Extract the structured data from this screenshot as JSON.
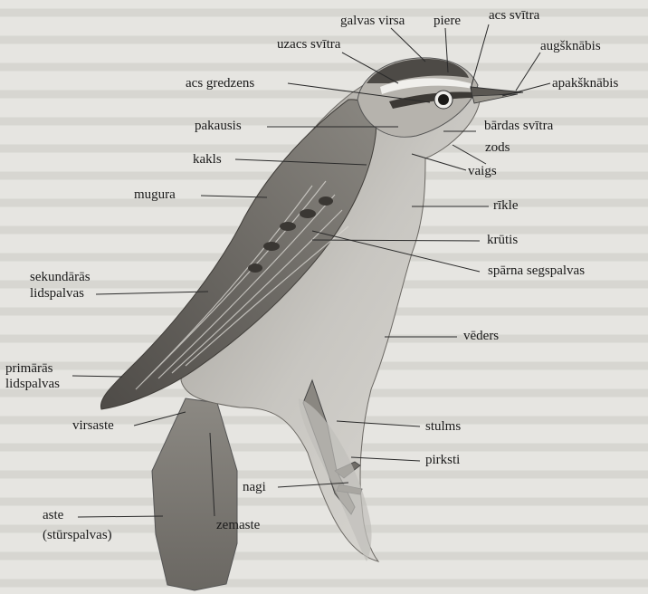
{
  "labels": {
    "galvas_virsa": "galvas virsa",
    "piere": "piere",
    "acs_svitra": "acs svītra",
    "uzacs_svitra": "uzacs svītra",
    "augsknabis": "augšknābis",
    "acs_gredzens": "acs gredzens",
    "apaksknabis": "apakšknābis",
    "pakausis": "pakausis",
    "bardas_svitra": "bārdas svītra",
    "zods": "zods",
    "kakls": "kakls",
    "vaigs": "vaigs",
    "mugura": "mugura",
    "rikle": "rīkle",
    "krutis": "krūtis",
    "sekundaras_1": "sekundārās",
    "sekundaras_2": "lidspalvas",
    "sparna_segspalvas": "spārna segspalvas",
    "vederis": "vēders",
    "primaras_1": "primārās",
    "primaras_2": "lidspalvas",
    "virsaste": "virsaste",
    "stulms": "stulms",
    "pirksti": "pirksti",
    "nagi": "nagi",
    "aste_1": "aste",
    "aste_2": "(stūrspalvas)",
    "zemaste": "zemaste"
  },
  "colors": {
    "background": "#e6e5e1",
    "bird_light": "#cfcdc8",
    "bird_mid": "#a7a49e",
    "bird_dark": "#5e5b56",
    "line": "#2a2a2a"
  }
}
